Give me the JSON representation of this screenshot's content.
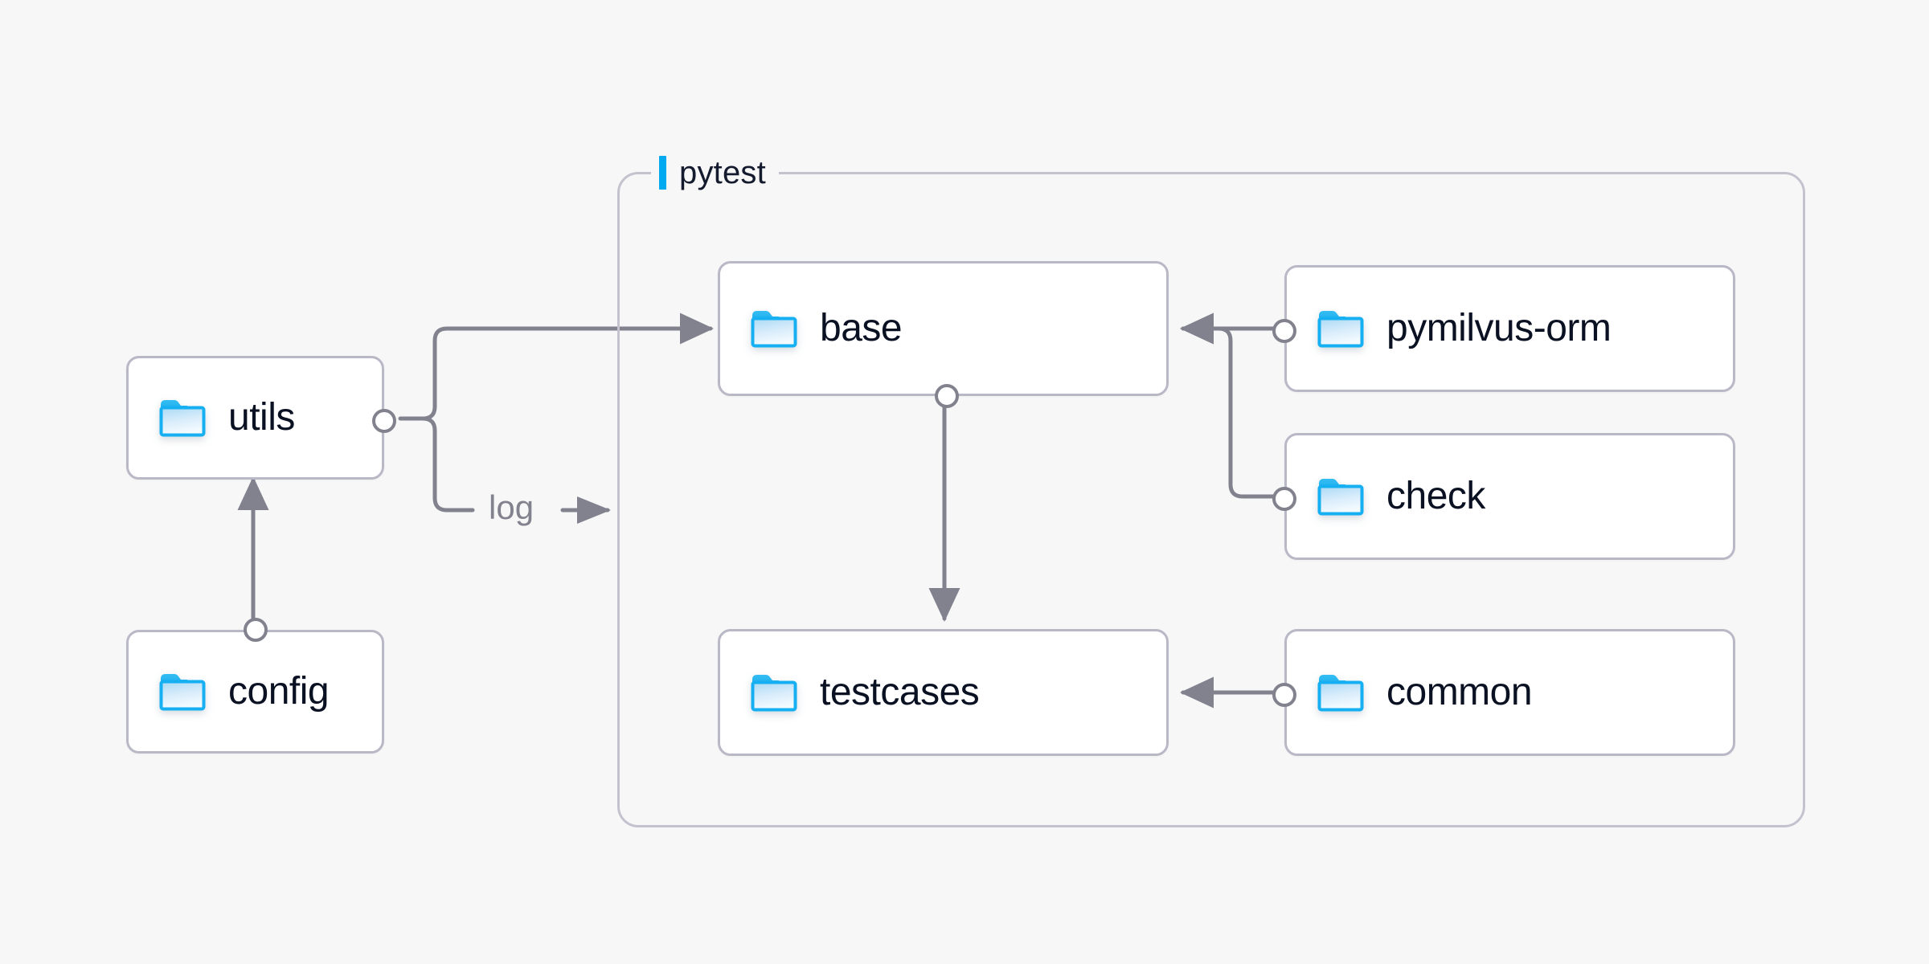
{
  "diagram": {
    "type": "architecture-folder-graph",
    "background_color": "#f7f7f7",
    "accent_color": "#00a9f0",
    "node_border_color": "#b9b8c6",
    "node_fill_color": "#ffffff",
    "edge_color": "#82828f",
    "group_border_color": "#c3c2ce",
    "label_color": "#0a1122"
  },
  "group": {
    "name": "pytest-group",
    "title": "pytest",
    "accent_icon": "vertical-bar-accent"
  },
  "nodes": [
    {
      "id": "utils",
      "label": "utils",
      "icon": "folder-icon"
    },
    {
      "id": "config",
      "label": "config",
      "icon": "folder-icon"
    },
    {
      "id": "base",
      "label": "base",
      "icon": "folder-icon"
    },
    {
      "id": "testcases",
      "label": "testcases",
      "icon": "folder-icon"
    },
    {
      "id": "pymilvus-orm",
      "label": "pymilvus-orm",
      "icon": "folder-icon"
    },
    {
      "id": "check",
      "label": "check",
      "icon": "folder-icon"
    },
    {
      "id": "common",
      "label": "common",
      "icon": "folder-icon"
    }
  ],
  "edges": [
    {
      "id": "utils-to-base",
      "from": "utils",
      "to": "base",
      "label": ""
    },
    {
      "id": "utils-to-pytest-log",
      "from": "utils",
      "to": "pytest",
      "label": "log"
    },
    {
      "id": "config-to-utils",
      "from": "config",
      "to": "utils",
      "label": ""
    },
    {
      "id": "base-to-testcases",
      "from": "base",
      "to": "testcases",
      "label": ""
    },
    {
      "id": "pymilvus-orm-to-base",
      "from": "pymilvus-orm",
      "to": "base",
      "label": ""
    },
    {
      "id": "check-to-base",
      "from": "check",
      "to": "base",
      "label": ""
    },
    {
      "id": "common-to-testcases",
      "from": "common",
      "to": "testcases",
      "label": ""
    }
  ],
  "edge_labels": {
    "log": "log"
  }
}
